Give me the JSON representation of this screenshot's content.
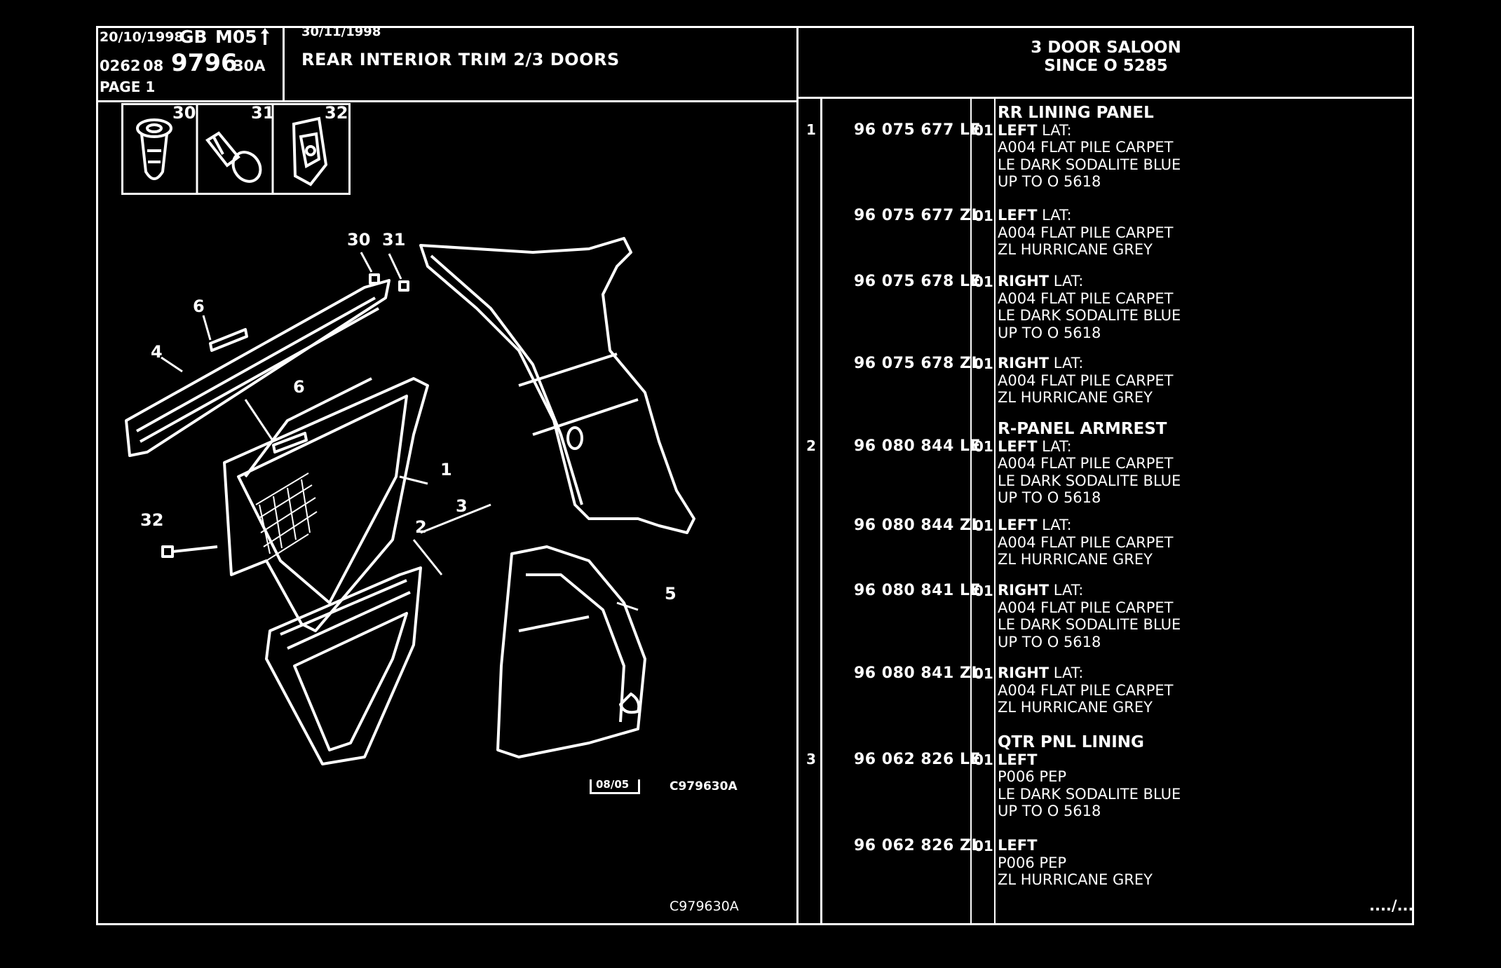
{
  "header": {
    "date1": "20/10/1998",
    "market": "GB",
    "model": "M05",
    "code1": "0262",
    "code2": "08",
    "plate": "9796",
    "plate_suffix": "30A",
    "page": "PAGE 1",
    "date2": "30/11/1998",
    "title": "REAR INTERIOR TRIM 2/3 DOORS",
    "variant_line1": "3 DOOR SALOON",
    "variant_line2": "SINCE O  5285"
  },
  "fixings": [
    {
      "number": "30",
      "icon": "plug-clip-icon"
    },
    {
      "number": "31",
      "icon": "push-pin-icon"
    },
    {
      "number": "32",
      "icon": "retainer-clip-icon"
    }
  ],
  "diagram": {
    "callouts": [
      "30",
      "31",
      "6",
      "4",
      "6",
      "1",
      "32",
      "2",
      "3",
      "5"
    ],
    "stamp": "08/05",
    "ref_code": "C979630A",
    "footer_code": "C979630A"
  },
  "parts": [
    {
      "ref": "1",
      "part_no": "96 075 677 LE",
      "qty": "01",
      "heading": "RR LINING PANEL",
      "side": "LEFT",
      "side_suffix": " LAT:",
      "lines": [
        "A004 FLAT PILE CARPET",
        "LE DARK SODALITE BLUE",
        "UP TO O 5618"
      ]
    },
    {
      "ref": "",
      "part_no": "96 075 677 ZL",
      "qty": "01",
      "heading": "",
      "side": "LEFT",
      "side_suffix": " LAT:",
      "lines": [
        "A004 FLAT PILE CARPET",
        "ZL HURRICANE GREY"
      ]
    },
    {
      "ref": "",
      "part_no": "96 075 678 LE",
      "qty": "01",
      "heading": "",
      "side": "RIGHT",
      "side_suffix": " LAT:",
      "lines": [
        "A004 FLAT PILE CARPET",
        "LE DARK SODALITE BLUE",
        "UP TO O 5618"
      ]
    },
    {
      "ref": "",
      "part_no": "96 075 678 ZL",
      "qty": "01",
      "heading": "",
      "side": "RIGHT",
      "side_suffix": " LAT:",
      "lines": [
        "A004 FLAT PILE CARPET",
        "ZL HURRICANE GREY"
      ]
    },
    {
      "ref": "2",
      "part_no": "96 080 844 LE",
      "qty": "01",
      "heading": "R-PANEL ARMREST",
      "side": "LEFT",
      "side_suffix": " LAT:",
      "lines": [
        "A004 FLAT PILE CARPET",
        "LE DARK SODALITE BLUE",
        "UP TO O 5618"
      ]
    },
    {
      "ref": "",
      "part_no": "96 080 844 ZL",
      "qty": "01",
      "heading": "",
      "side": "LEFT",
      "side_suffix": " LAT:",
      "lines": [
        "A004 FLAT PILE CARPET",
        "ZL HURRICANE GREY"
      ]
    },
    {
      "ref": "",
      "part_no": "96 080 841 LE",
      "qty": "01",
      "heading": "",
      "side": "RIGHT",
      "side_suffix": " LAT:",
      "lines": [
        "A004 FLAT PILE CARPET",
        "LE DARK SODALITE BLUE",
        "UP TO O 5618"
      ]
    },
    {
      "ref": "",
      "part_no": "96 080 841 ZL",
      "qty": "01",
      "heading": "",
      "side": "RIGHT",
      "side_suffix": " LAT:",
      "lines": [
        "A004 FLAT PILE CARPET",
        "ZL HURRICANE GREY"
      ]
    },
    {
      "ref": "3",
      "part_no": "96 062 826 LE",
      "qty": "01",
      "heading": "QTR PNL LINING",
      "side": "LEFT",
      "side_suffix": "",
      "lines": [
        "P006 PEP",
        "LE DARK SODALITE BLUE",
        "UP TO O 5618"
      ]
    },
    {
      "ref": "",
      "part_no": "96 062 826 ZL",
      "qty": "01",
      "heading": "",
      "side": "LEFT",
      "side_suffix": "",
      "lines": [
        "P006 PEP",
        "ZL HURRICANE GREY"
      ]
    }
  ],
  "continued": "..../..."
}
